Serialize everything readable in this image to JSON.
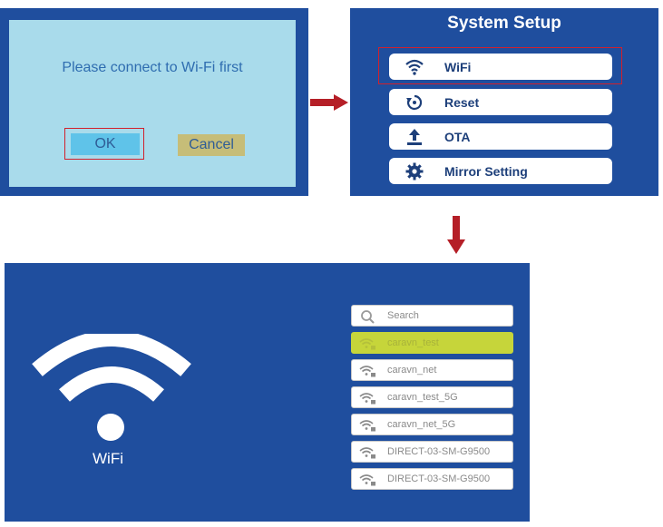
{
  "dialog": {
    "message": "Please connect to Wi-Fi first",
    "ok_label": "OK",
    "cancel_label": "Cancel"
  },
  "setup": {
    "title": "System Setup",
    "items": [
      {
        "label": "WiFi",
        "icon": "wifi-icon"
      },
      {
        "label": "Reset",
        "icon": "reset-icon"
      },
      {
        "label": "OTA",
        "icon": "upload-icon"
      },
      {
        "label": "Mirror Setting",
        "icon": "gear-icon"
      }
    ]
  },
  "wifi": {
    "big_label": "WiFi",
    "search_placeholder": "Search",
    "networks": [
      {
        "name": "caravn_test",
        "selected": true
      },
      {
        "name": "caravn_net",
        "selected": false
      },
      {
        "name": "caravn_test_5G",
        "selected": false
      },
      {
        "name": "caravn_net_5G",
        "selected": false
      },
      {
        "name": "DIRECT-03-SM-G9500",
        "selected": false
      },
      {
        "name": "DIRECT-03-SM-G9500",
        "selected": false
      }
    ]
  },
  "colors": {
    "panel_bg": "#1f4e9e",
    "dialog_bg": "#a9dbeb",
    "highlight": "#d1202c",
    "selected_row": "#c6d53a"
  }
}
